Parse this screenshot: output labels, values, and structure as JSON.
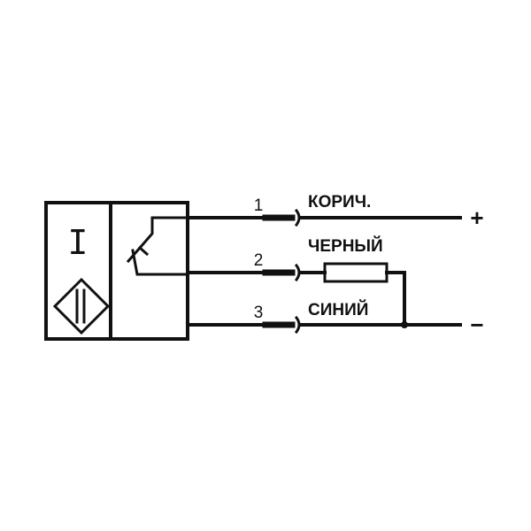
{
  "sensor": {
    "function_symbol": "I"
  },
  "wires": [
    {
      "pin": "1",
      "color": "КОРИЧ.",
      "terminal": "+"
    },
    {
      "pin": "2",
      "color": "ЧЕРНЫЙ",
      "terminal": ""
    },
    {
      "pin": "3",
      "color": "СИНИЙ",
      "terminal": "−"
    }
  ],
  "colors": {
    "line": "#111111",
    "background": "#ffffff"
  }
}
